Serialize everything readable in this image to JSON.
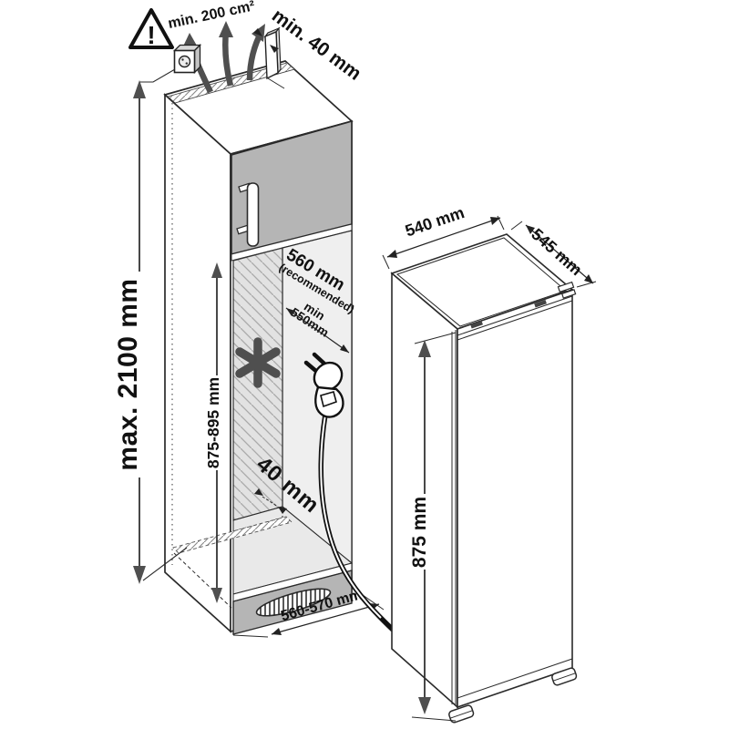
{
  "diagram": {
    "type": "built-in appliance installation drawing",
    "labels": {
      "ventilation_area": "min. 200 cm²",
      "top_clearance": "min. 40 mm",
      "max_height": "max. 2100 mm",
      "niche_depth_recommended": "560 mm",
      "niche_depth_note": "(recommended)",
      "niche_depth_min_label": "min",
      "niche_depth_min_value": "550mm",
      "niche_height": "875-895 mm",
      "rear_bottom_gap": "40 mm",
      "base_depth": "560-570 mm",
      "appliance_width": "540 mm",
      "appliance_depth": "545 mm",
      "appliance_height": "875 mm",
      "warning_mark": "!"
    },
    "colors": {
      "line": "#2a2a2a",
      "door_gray": "#b5b5b5",
      "plinth_gray": "#b5b5b5",
      "niche_wall": "#efefef",
      "hatch_bg": "#e2e2e2",
      "arrow_gray": "#4f4f4f",
      "text": "#111111"
    }
  }
}
